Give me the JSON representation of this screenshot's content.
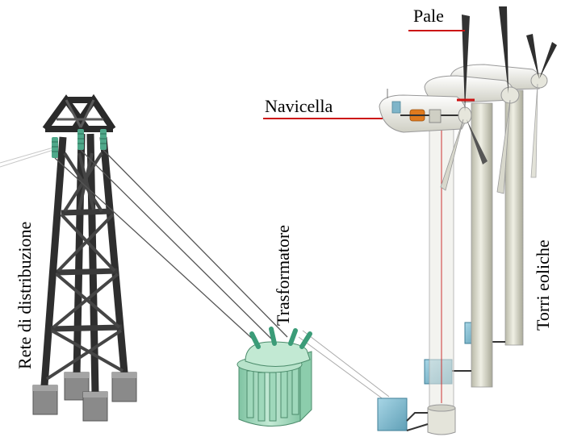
{
  "labels": {
    "pale": "Pale",
    "navicella": "Navicella",
    "rete": "Rete di distribuzione",
    "trasformatore": "Trasformatore",
    "torri": "Torri eoliche"
  },
  "colors": {
    "leader_line": "#cc1111",
    "pylon": "#2e2e2e",
    "pylon_foot": "#8a8a8a",
    "insulator": "#4fa88a",
    "transformer": "#a9dcc0",
    "tower": "#deded0",
    "nacelle": "#f2f2ec",
    "junction_box": "#8fc4d6",
    "blade": "#3a3a3a",
    "cable": "#555555"
  },
  "icons": {
    "pylon": "transmission-tower-icon",
    "transformer": "transformer-icon",
    "turbine": "wind-turbine-icon"
  }
}
